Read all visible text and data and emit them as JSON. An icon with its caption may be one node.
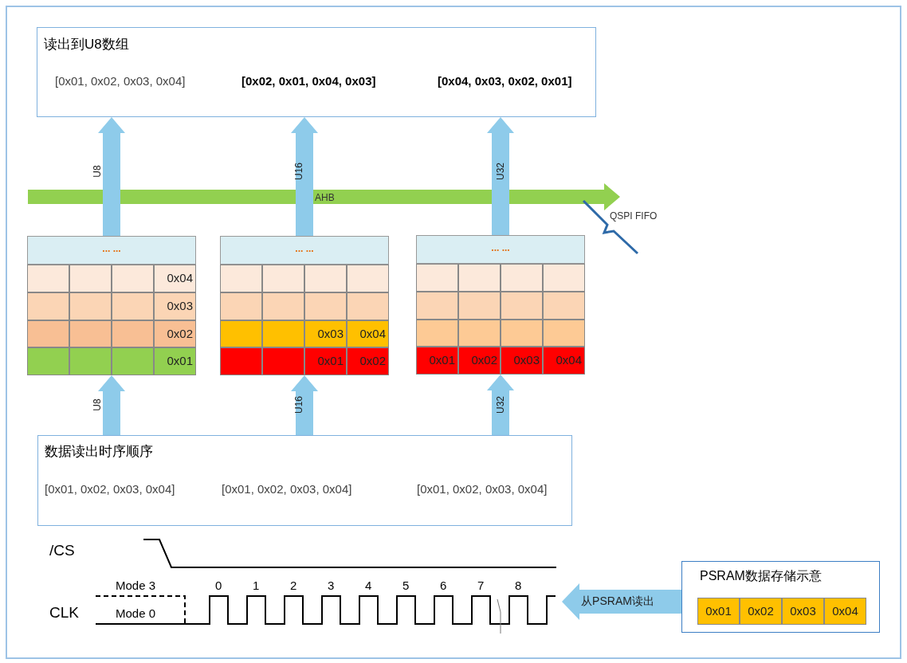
{
  "diagram": {
    "nodes": [
      {
        "text": [
          "读出到U8数组",
          "[0x01, 0x02, 0x03, 0x04]",
          "[0x02, 0x01, 0x04, 0x03]",
          "[0x04, 0x03, 0x02, 0x01]"
        ]
      },
      {
        "text": [
          "... ...",
          "0x04",
          "0x03",
          "0x02",
          "0x01"
        ]
      },
      {
        "text": [
          "... ...",
          "0x03",
          "0x04",
          "0x01",
          "0x02"
        ]
      },
      {
        "text": [
          "... ...",
          "0x01",
          "0x02",
          "0x03",
          "0x04"
        ]
      },
      {
        "text": [
          "数据读出时序顺序",
          "[0x01, 0x02, 0x03, 0x04]",
          "[0x01, 0x02, 0x03, 0x04]",
          "[0x01, 0x02, 0x03, 0x04]"
        ]
      },
      {
        "text": [
          "PSRAM数据存储示意",
          "0x01",
          "0x02",
          "0x03",
          "0x04"
        ]
      }
    ],
    "edges": [
      {
        "from": 1,
        "to": 0,
        "arrow": "to",
        "label": "U8"
      },
      {
        "from": 2,
        "to": 0,
        "arrow": "to",
        "label": "U16"
      },
      {
        "from": 3,
        "to": 0,
        "arrow": "to",
        "label": "U32"
      },
      {
        "from": 4,
        "to": 1,
        "arrow": "to",
        "label": "U8"
      },
      {
        "from": 4,
        "to": 2,
        "arrow": "to",
        "label": "U16"
      },
      {
        "from": 4,
        "to": 3,
        "arrow": "to",
        "label": "U32"
      },
      {
        "from": 5,
        "to": null,
        "arrow": "to",
        "label": "从PSRAM读出"
      }
    ],
    "labels": [
      "AHB",
      "QSPI FIFO",
      "/CS",
      "Mode 3",
      "0",
      "1",
      "2",
      "3",
      "4",
      "5",
      "6",
      "7",
      "8",
      "CLK",
      "Mode 0"
    ]
  }
}
